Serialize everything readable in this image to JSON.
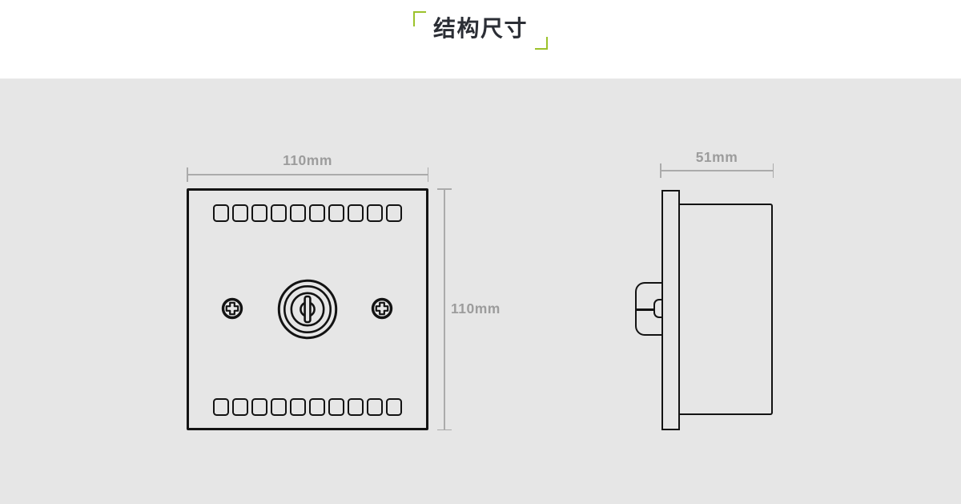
{
  "header": {
    "title": "结构尺寸"
  },
  "colors": {
    "accent": "#9cc22b",
    "canvas_bg": "#e6e6e6",
    "line": "#131313",
    "dim": "#9c9c9c",
    "dim_line": "#ababab",
    "title": "#2b2e35"
  },
  "front_view": {
    "width_label": "110mm",
    "height_label": "110mm",
    "top_slot_count": 10,
    "bottom_slot_count": 10
  },
  "side_view": {
    "depth_label": "51mm"
  }
}
